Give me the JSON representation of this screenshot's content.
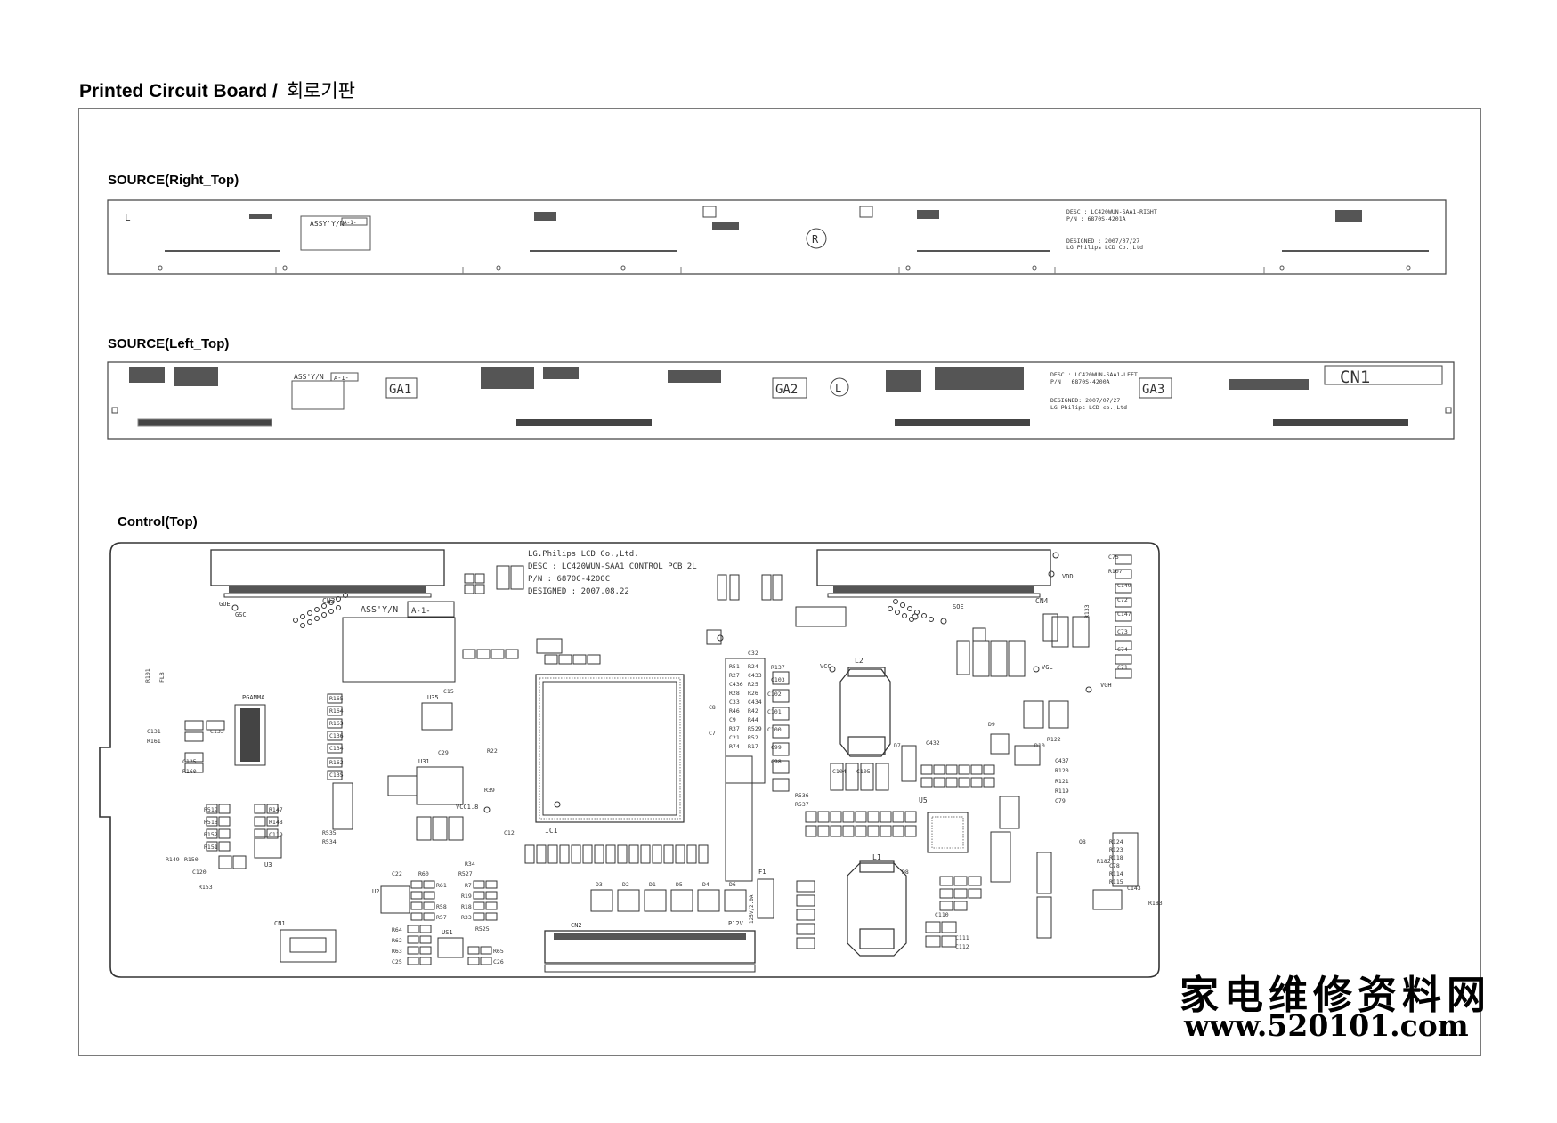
{
  "page": {
    "title": "Printed Circuit Board /",
    "title_korean": "회로기판"
  },
  "sections": {
    "right_top": "SOURCE(Right_Top)",
    "left_top": "SOURCE(Left_Top)",
    "control_top": "Control(Top)"
  },
  "right_board": {
    "corner_mark": "L",
    "assy": "ASSY'Y/N",
    "assy_value": "A-1-",
    "desc": "DESC : LC420WUN-SAA1-RIGHT",
    "pn": "P/N : 6870S-4201A",
    "designed": "DESIGNED : 2007/07/27",
    "company": "LG Philips LCD Co.,Ltd",
    "fiducial": "R"
  },
  "left_board": {
    "assy": "ASS'Y/N",
    "assy_value": "A-1-",
    "ga1": "GA1",
    "ga2": "GA2",
    "ga3": "GA3",
    "fiducial": "L",
    "desc": "DESC : LC420WUN-SAA1-LEFT",
    "pn": "P/N : 6870S-4200A",
    "designed": "DESIGNED: 2007/07/27",
    "company": "LG Philips LCD co.,Ltd",
    "cn1": "CN1"
  },
  "control_board": {
    "company": "LG.Philips LCD Co.,Ltd.",
    "desc": "DESC : LC420WUN-SAA1 CONTROL PCB 2L",
    "pn": "P/N : 6870C-4200C",
    "designed": "DESIGNED : 2007.08.22",
    "assy": "ASS'Y/N",
    "assy_value": "A-1-",
    "cn3": "CN3",
    "cn4": "CN4",
    "cn2": "CN2",
    "cn1": "CN1",
    "l1": "L1",
    "l2": "L2",
    "ic1": "IC1",
    "u5": "U5",
    "u31": "U31",
    "u35": "U35",
    "u3": "U3",
    "u2": "U2",
    "us1": "US1",
    "f1": "F1",
    "pgamma": "PGAMMA",
    "vdd": "VDD",
    "vgl": "VGL",
    "vgh": "VGH",
    "vcc": "VCC",
    "vcc1": "VCC1.8",
    "goe": "GOE",
    "gsc": "GSC",
    "soe": "SOE",
    "fuse_rating": "125V/2.0A",
    "p12v": "P12V",
    "d9": "D9",
    "d10": "D10",
    "q8": "Q8",
    "c75": "C75",
    "r107": "R107",
    "c149": "C149",
    "c72": "C72",
    "c147": "C147",
    "c73": "C73",
    "c74": "C74",
    "c71": "C71",
    "r133": "R133",
    "c437": "C437",
    "r120": "R120",
    "r121": "R121",
    "r119": "R119",
    "c79": "C79",
    "r122": "R122",
    "r101": "R101",
    "fl8": "FL8",
    "c131": "C131",
    "r161": "R161",
    "c133": "C133",
    "c125": "C125",
    "r160": "R160",
    "r519": "R519",
    "r518": "R518",
    "r152": "R152",
    "r151": "R151",
    "r147": "R147",
    "r148": "R148",
    "c119": "C119",
    "r149": "R149",
    "r150": "R150",
    "c120": "C120",
    "r153": "R153",
    "r165": "R165",
    "r164": "R164",
    "r163": "R163",
    "c136": "C136",
    "c134": "C134",
    "r162": "R162",
    "c135": "C135",
    "r535": "R535",
    "r534": "R534",
    "c29": "C29",
    "c15": "C15",
    "c12": "C12",
    "r39": "R39",
    "r22": "R22",
    "c22": "C22",
    "r60": "R60",
    "r527": "R527",
    "r61": "R61",
    "r58": "R58",
    "r57": "R57",
    "r7": "R7",
    "r19": "R19",
    "r18": "R18",
    "r33": "R33",
    "r525": "R525",
    "r64": "R64",
    "r62": "R62",
    "r63": "R63",
    "c25": "C25",
    "r65": "R65",
    "c26": "C26",
    "r34": "R34",
    "r137": "R137",
    "c103": "C103",
    "c102": "C102",
    "c101": "C101",
    "c100": "C100",
    "c99": "C99",
    "c98": "C98",
    "r536": "R536",
    "r537": "R537",
    "c104": "C104",
    "c105": "C105",
    "c432": "C432",
    "d7": "D7",
    "d8": "D8",
    "c110": "C110",
    "c111": "C111",
    "c112": "C112",
    "c143": "C143",
    "r183": "R183",
    "r182": "R182",
    "r124": "R124",
    "r123": "R123",
    "r118": "R118",
    "c78": "C78",
    "r114": "R114",
    "r115": "R115",
    "d1": "D1",
    "d2": "D2",
    "d3": "D3",
    "d4": "D4",
    "d5": "D5",
    "d6": "D6",
    "c8": "C8",
    "c7": "C7",
    "c32": "C32",
    "r51": "R51",
    "r24": "R24",
    "r27": "R27",
    "c433": "C433",
    "c436": "C436",
    "r25": "R25",
    "r28": "R28",
    "r26": "R26",
    "c33": "C33",
    "c434": "C434",
    "r46": "R46",
    "r42": "R42",
    "c9": "C9",
    "r44": "R44",
    "r37": "R37",
    "r529": "R529",
    "c21": "C21",
    "r52": "R52",
    "r74": "R74",
    "r17": "R17"
  },
  "watermark": {
    "chinese": "家电维修资料网",
    "url": "www.520101.com"
  }
}
